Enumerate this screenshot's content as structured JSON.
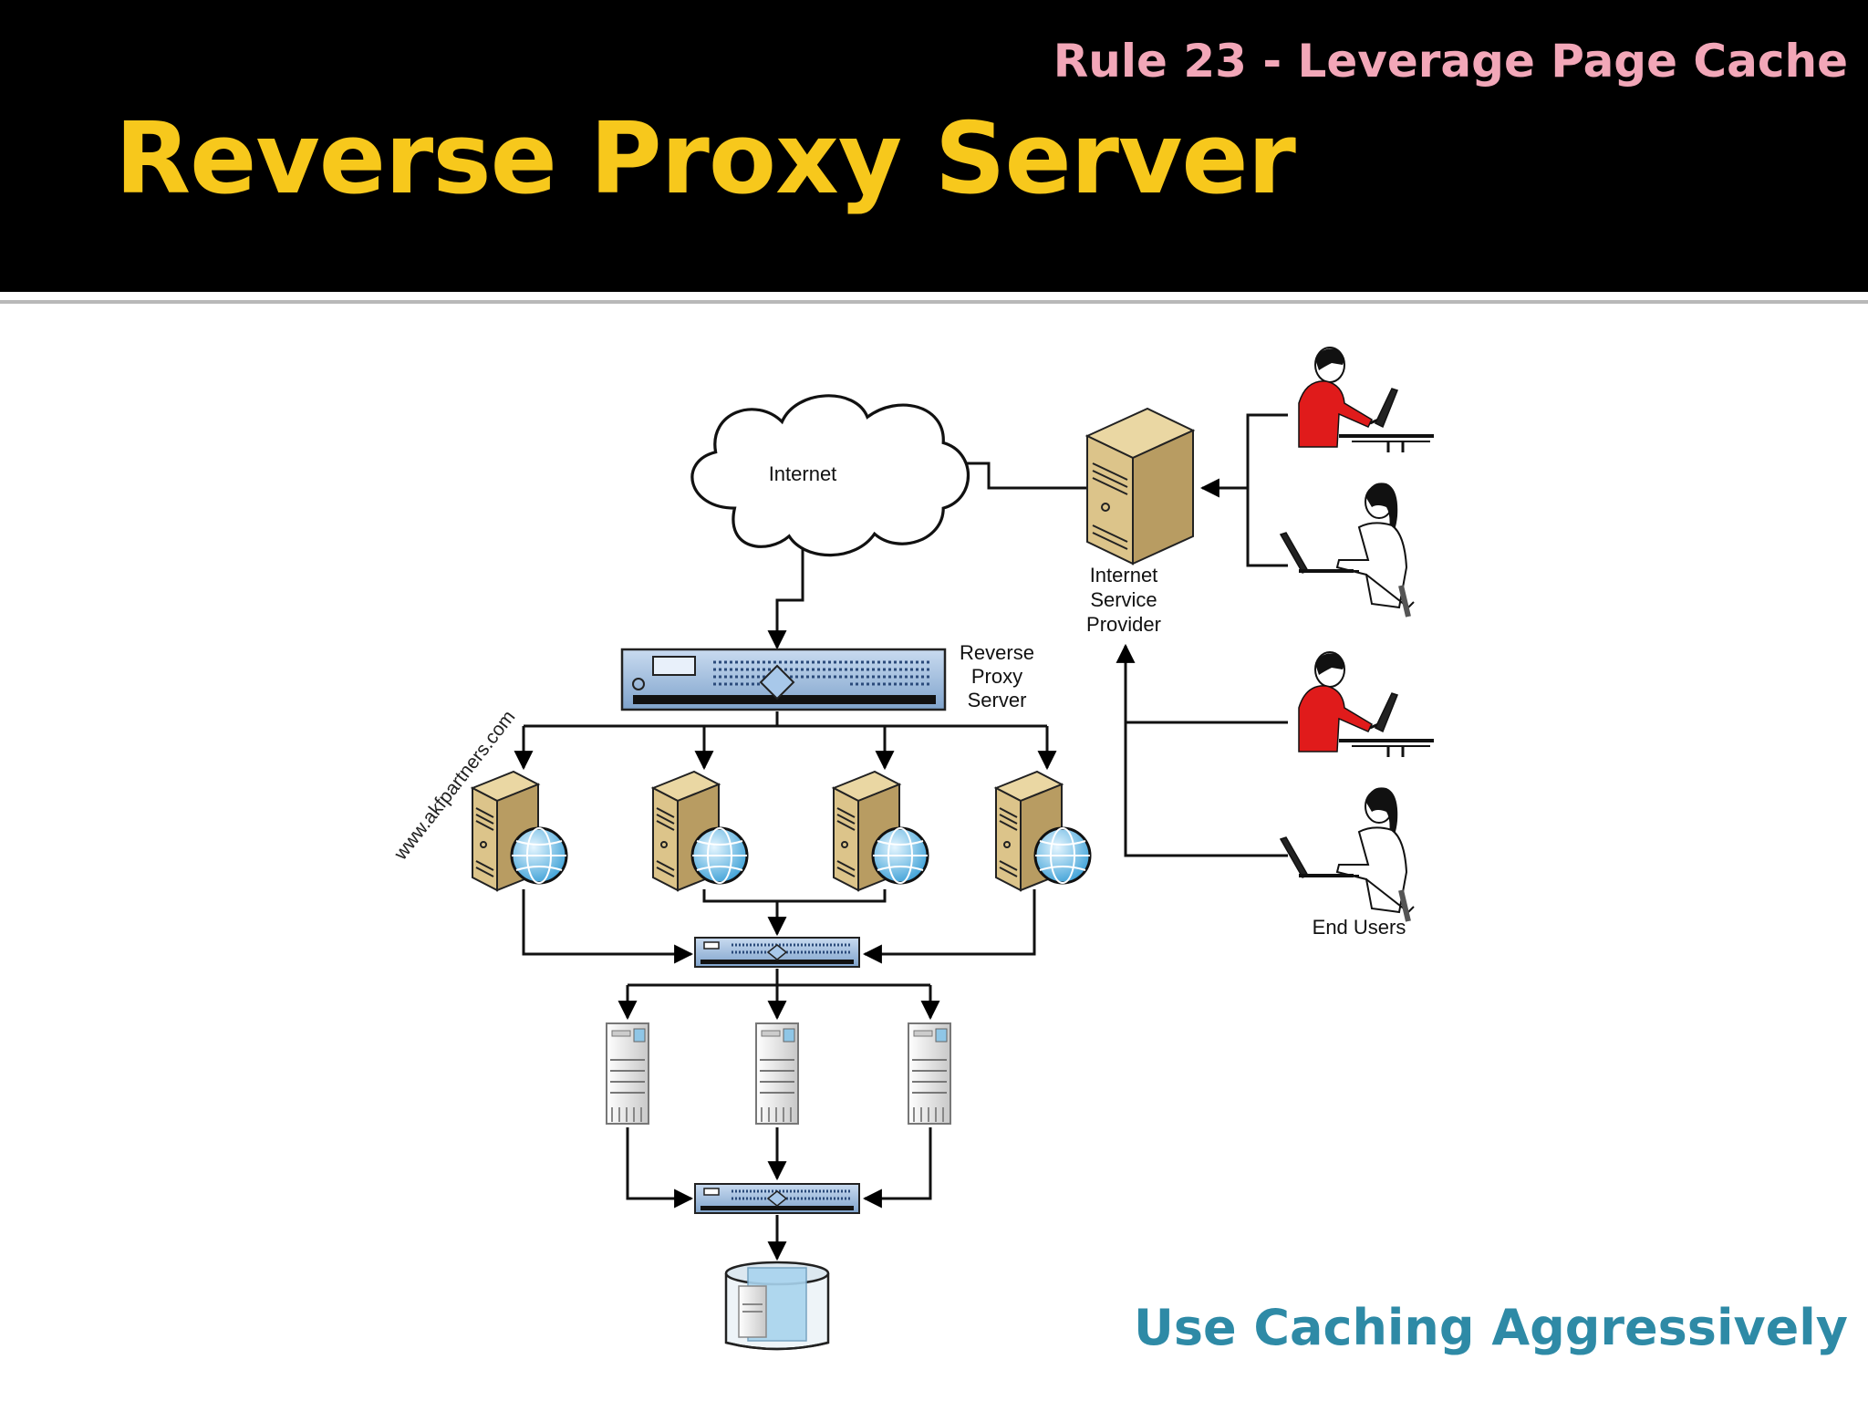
{
  "slide": {
    "rule_label": "Rule 23 - Leverage Page Cache",
    "title": "Reverse Proxy Server",
    "tagline": "Use Caching Aggressively",
    "colors": {
      "header_bg": "#000000",
      "title": "#f7c81c",
      "rule_label": "#f2a7b8",
      "tagline": "#2e8aa6"
    }
  },
  "diagram": {
    "labels": {
      "internet": "Internet",
      "isp_line1": "Internet",
      "isp_line2": "Service",
      "isp_line3": "Provider",
      "proxy_line1": "Reverse",
      "proxy_line2": "Proxy",
      "proxy_line3": "Server",
      "end_users": "End Users",
      "watermark": "www.akfpartners.com"
    },
    "nodes": [
      {
        "id": "internet",
        "icon": "cloud-icon"
      },
      {
        "id": "isp",
        "icon": "tower-server-icon"
      },
      {
        "id": "reverse-proxy",
        "icon": "rack-server-icon"
      },
      {
        "id": "web-server-1",
        "icon": "web-server-globe-icon"
      },
      {
        "id": "web-server-2",
        "icon": "web-server-globe-icon"
      },
      {
        "id": "web-server-3",
        "icon": "web-server-globe-icon"
      },
      {
        "id": "web-server-4",
        "icon": "web-server-globe-icon"
      },
      {
        "id": "load-balancer-1",
        "icon": "rack-switch-icon"
      },
      {
        "id": "app-server-1",
        "icon": "tower-server-icon"
      },
      {
        "id": "app-server-2",
        "icon": "tower-server-icon"
      },
      {
        "id": "app-server-3",
        "icon": "tower-server-icon"
      },
      {
        "id": "load-balancer-2",
        "icon": "rack-switch-icon"
      },
      {
        "id": "database",
        "icon": "database-icon"
      },
      {
        "id": "user-1",
        "icon": "user-at-laptop-icon"
      },
      {
        "id": "user-2",
        "icon": "user-at-laptop-icon"
      },
      {
        "id": "user-3",
        "icon": "user-at-laptop-icon"
      },
      {
        "id": "user-4",
        "icon": "user-at-laptop-icon"
      }
    ],
    "edges": [
      [
        "user-1",
        "isp"
      ],
      [
        "user-2",
        "isp"
      ],
      [
        "isp",
        "internet"
      ],
      [
        "user-3",
        "isp"
      ],
      [
        "user-4",
        "isp"
      ],
      [
        "internet",
        "reverse-proxy"
      ],
      [
        "reverse-proxy",
        "web-server-1"
      ],
      [
        "reverse-proxy",
        "web-server-2"
      ],
      [
        "reverse-proxy",
        "web-server-3"
      ],
      [
        "reverse-proxy",
        "web-server-4"
      ],
      [
        "web-server-1",
        "load-balancer-1"
      ],
      [
        "web-server-2",
        "load-balancer-1"
      ],
      [
        "web-server-3",
        "load-balancer-1"
      ],
      [
        "web-server-4",
        "load-balancer-1"
      ],
      [
        "load-balancer-1",
        "app-server-1"
      ],
      [
        "load-balancer-1",
        "app-server-2"
      ],
      [
        "load-balancer-1",
        "app-server-3"
      ],
      [
        "app-server-1",
        "load-balancer-2"
      ],
      [
        "app-server-2",
        "load-balancer-2"
      ],
      [
        "app-server-3",
        "load-balancer-2"
      ],
      [
        "load-balancer-2",
        "database"
      ]
    ]
  }
}
